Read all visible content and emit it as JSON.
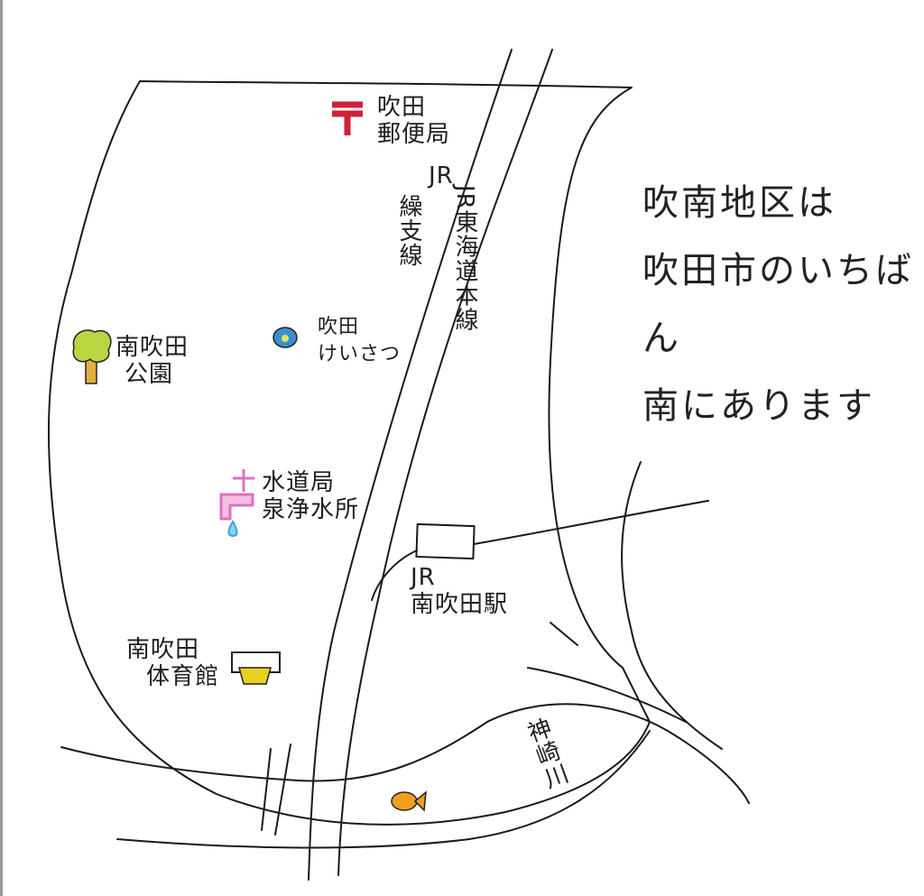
{
  "note": {
    "lines": [
      "吹南地区は",
      "吹田市のいちばん",
      "南にあります"
    ]
  },
  "labels": {
    "post_office": [
      "吹田",
      "郵便局"
    ],
    "jr_branch_line": [
      "JR",
      "繰支線"
    ],
    "jr_tokaido_line": "JR東海道本線",
    "police": [
      "吹田",
      "けいさつ"
    ],
    "park": [
      "南吹田",
      "公園"
    ],
    "water_bureau": [
      "水道局",
      "泉浄水所"
    ],
    "station": [
      "JR",
      "南吹田駅"
    ],
    "gym": [
      "南吹田",
      "体育館"
    ],
    "river": "神崎川"
  },
  "colors": {
    "post": "#d0213a",
    "tree": "#b8d640",
    "trunk": "#e0b040",
    "police": "#3a8fd0",
    "water": "#e070c0",
    "drop": "#3aa0e0",
    "gym": "#e8d020",
    "fish": "#f0a020"
  }
}
